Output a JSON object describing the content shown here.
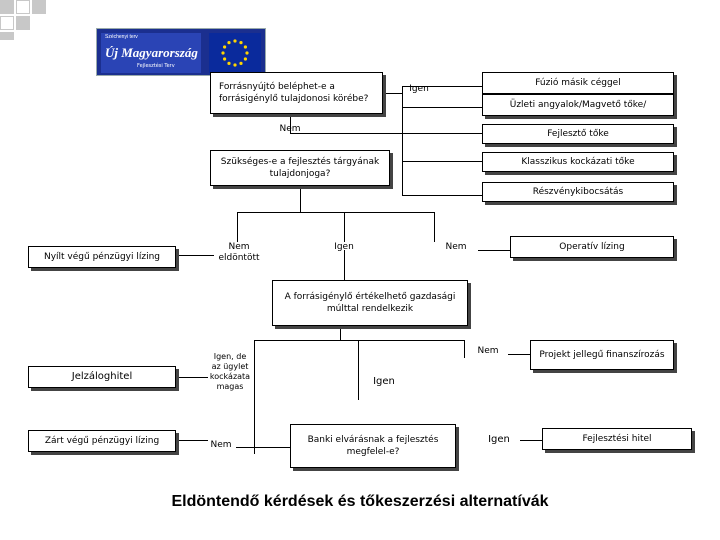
{
  "logo": {
    "tagline": "Széchenyi terv",
    "main": "Új Magyarország",
    "sub": "Fejlesztési Terv",
    "eu_flag": "eu-flag-icon"
  },
  "nodes": {
    "q1": "Forrásnyújtó beléphet-e a forrásigénylő tulajdonosi körébe?",
    "fuzio": "Fúzió másik céggel",
    "uzleti_angyal": "Üzleti angyalok/Magvető tőke/",
    "fejleszto_toke": "Fejlesztő tőke",
    "q2": "Szükséges-e a fejlesztés tárgyának tulajdonjoga?",
    "klasszikus": "Klasszikus kockázati tőke",
    "reszveny": "Részvénykibocsátás",
    "nyilt_lizing": "Nyílt végű pénzügyi lízing",
    "operativ_lizing": "Operatív lízing",
    "q3": "A forrásigénylő értékelhető gazdasági múlttal rendelkezik",
    "projekt": "Projekt jellegű finanszírozás",
    "jelzalog": "Jelzáloghitel",
    "zart_lizing": "Zárt végű pénzügyi lízing",
    "q4": "Banki elvárásnak a fejlesztés megfelel-e?",
    "fejlesztesi_hitel": "Fejlesztési hitel"
  },
  "labels": {
    "igen1": "Igen",
    "nem1": "Nem",
    "nem_eldontott": "Nem eldöntött",
    "igen2": "Igen",
    "nem2": "Nem",
    "nem3": "Nem",
    "igen_de": "Igen, de az ügylet kockázata magas",
    "igen3": "Igen",
    "nem4": "Nem",
    "igen4": "Igen"
  },
  "footer": {
    "title": "Eldöntendő kérdések és tőkeszerzési alternatívák"
  },
  "colors": {
    "logo_blue": "#1b2f8f",
    "eu_blue": "#0a2a9c",
    "deco_gray": "#c8c8c8"
  }
}
